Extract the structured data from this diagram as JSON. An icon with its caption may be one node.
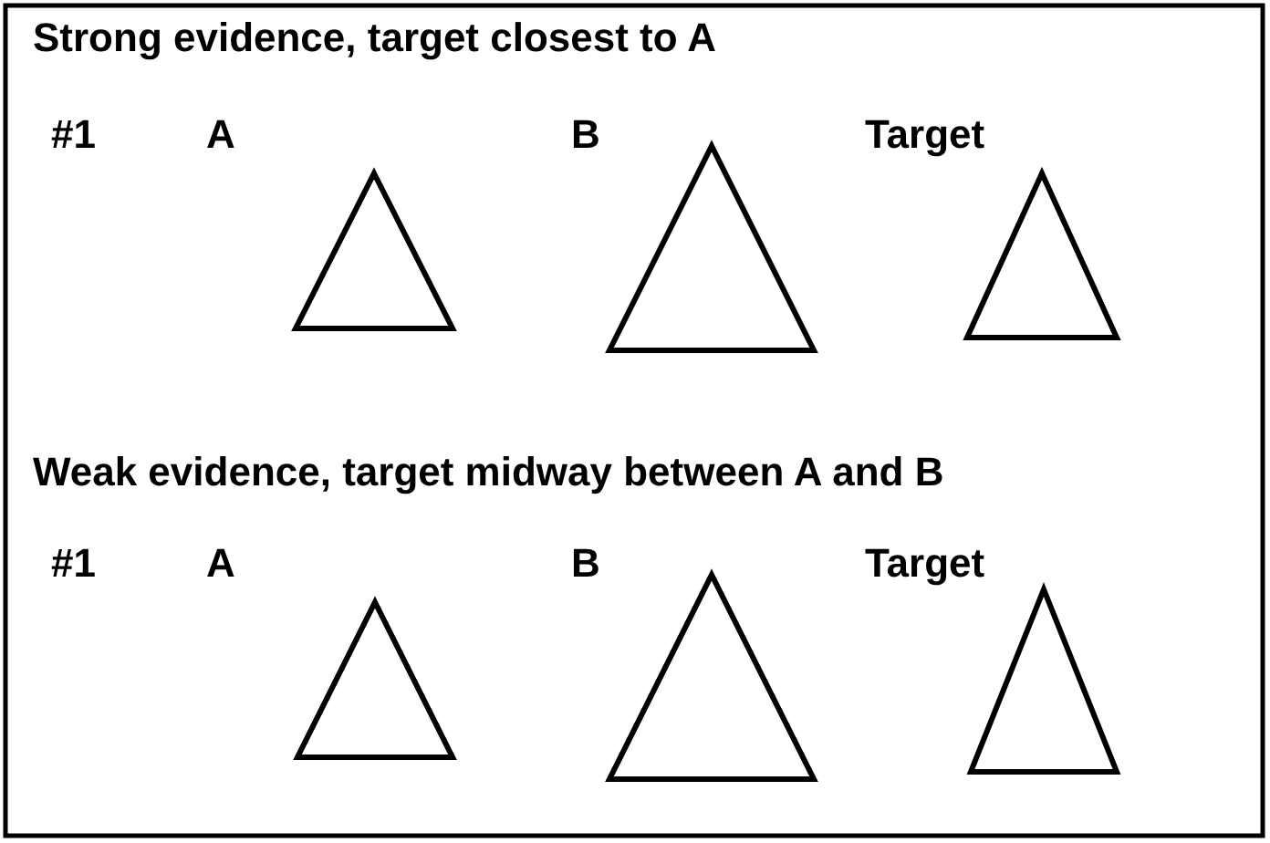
{
  "diagram": {
    "nodes": [
      {
        "text": [],
        "shape": "triangle"
      },
      {
        "text": [],
        "shape": "triangle"
      },
      {
        "text": [],
        "shape": "triangle"
      },
      {
        "text": [],
        "shape": "triangle"
      },
      {
        "text": [],
        "shape": "triangle"
      },
      {
        "text": [],
        "shape": "triangle"
      }
    ],
    "labels": [
      "Strong evidence, target closest to A",
      "#1",
      "A",
      "B",
      "Target",
      "Weak evidence, target midway between A and B",
      "#1",
      "A",
      "B",
      "Target"
    ]
  }
}
